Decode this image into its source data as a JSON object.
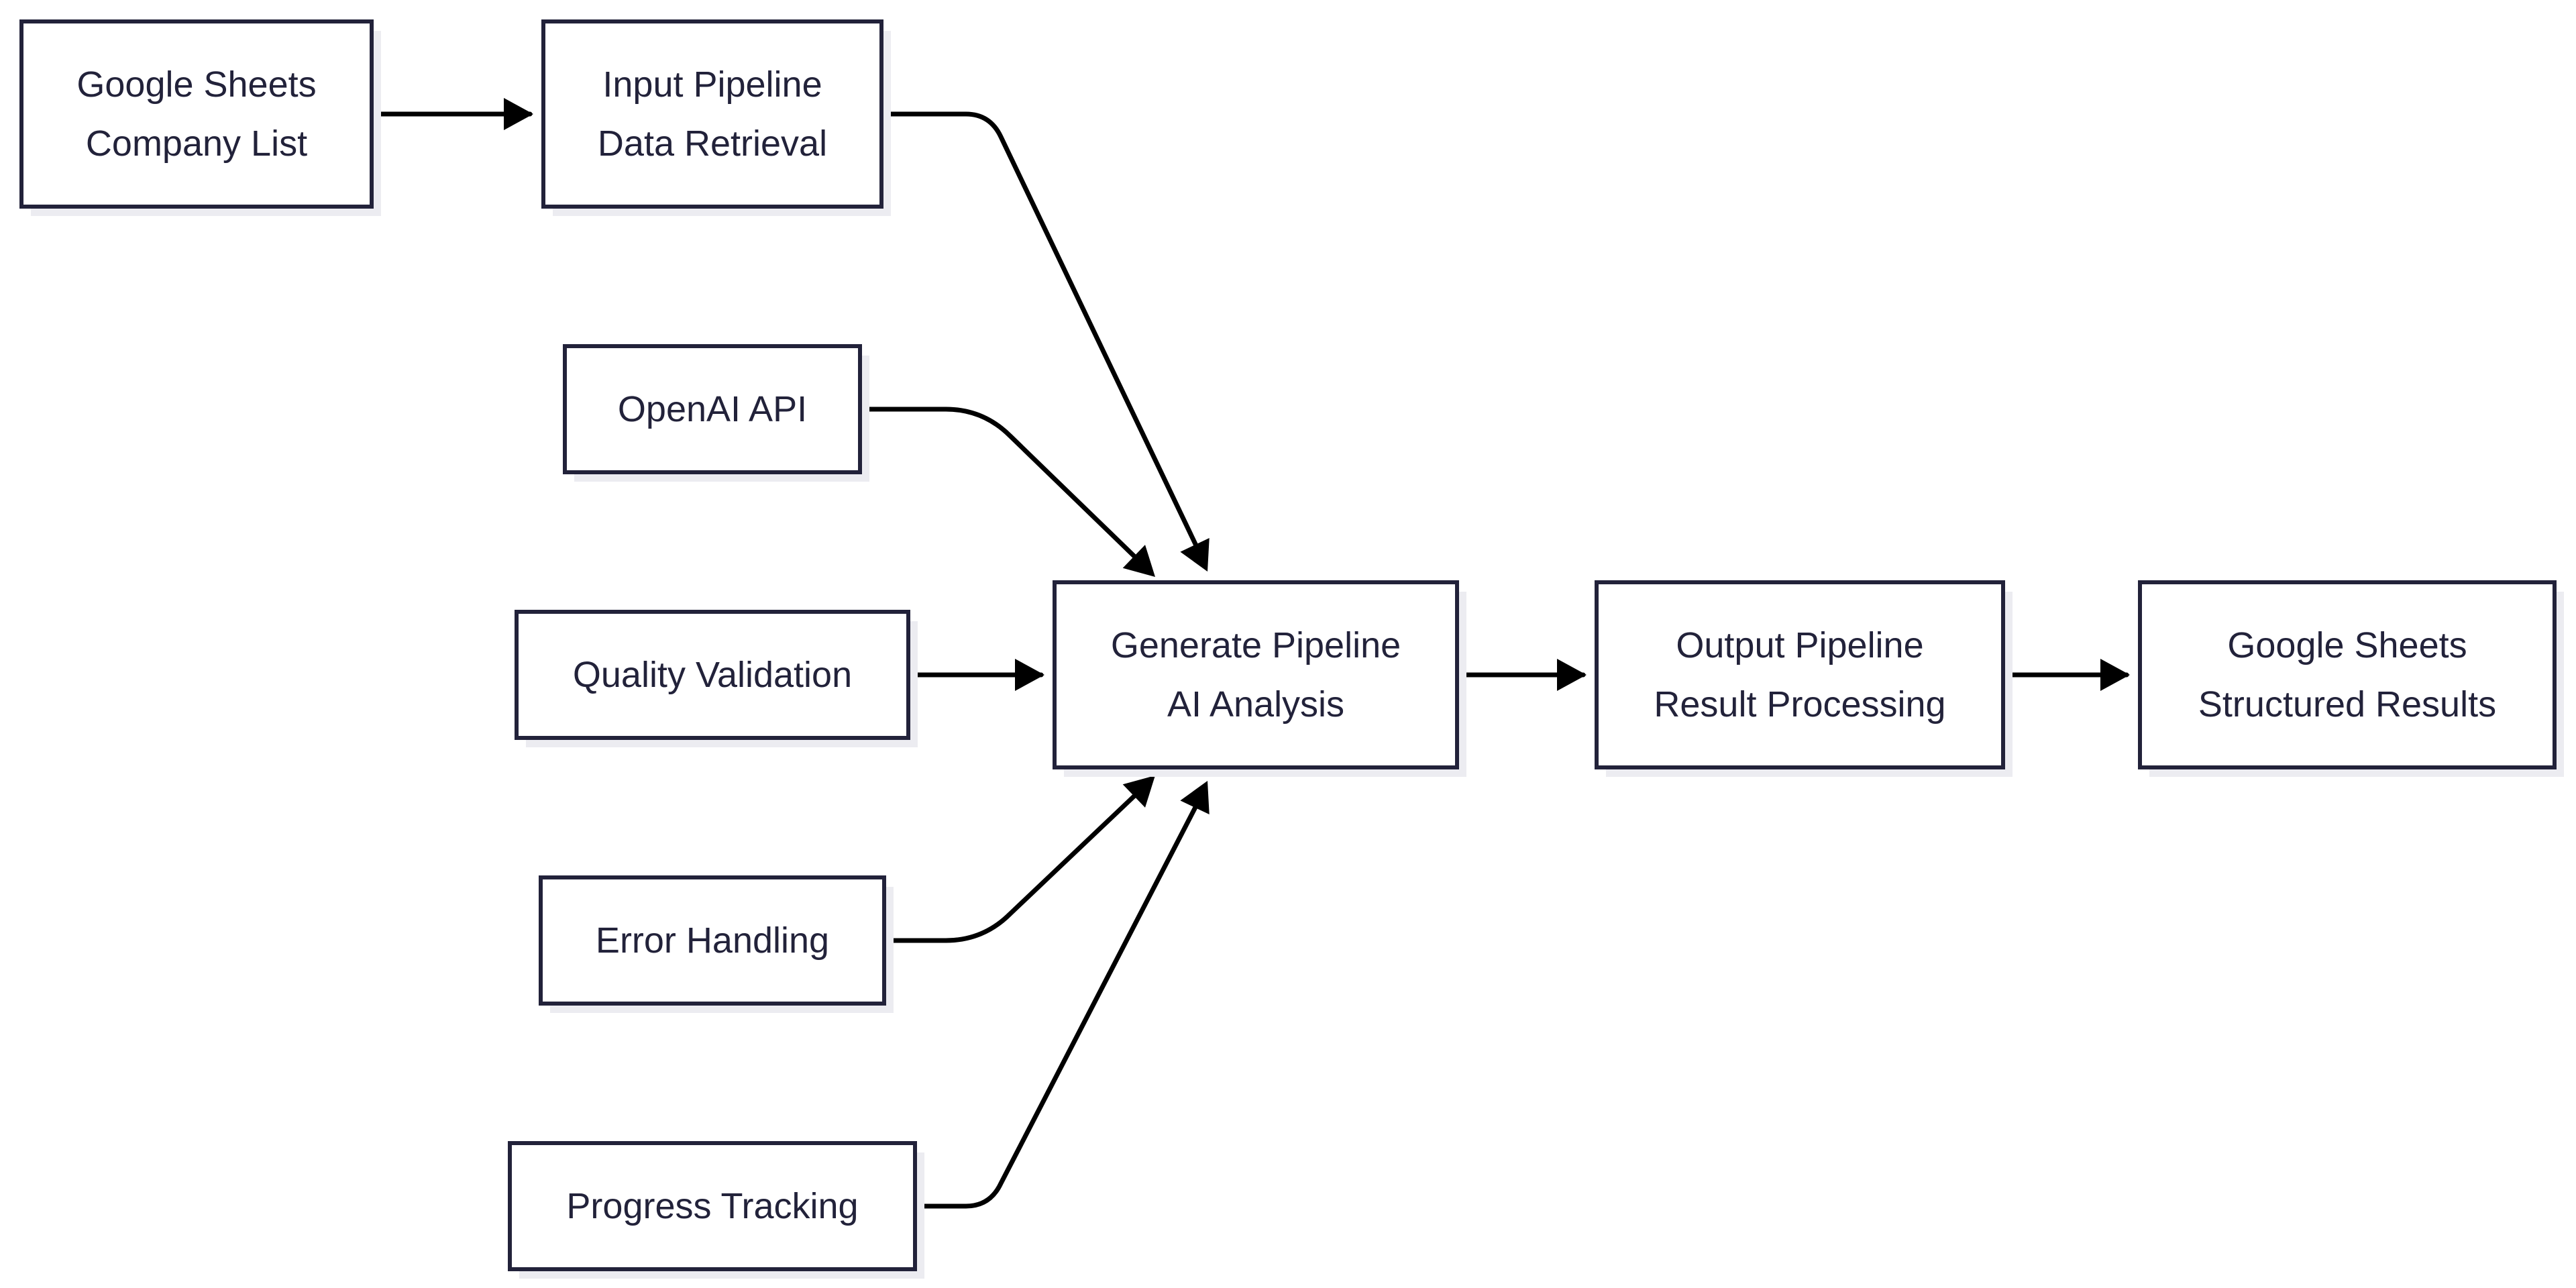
{
  "diagram": {
    "nodes": [
      {
        "id": "sheets_in",
        "lines": [
          "Google Sheets",
          "Company List"
        ]
      },
      {
        "id": "input_pipeline",
        "lines": [
          "Input Pipeline",
          "Data Retrieval"
        ]
      },
      {
        "id": "openai",
        "lines": [
          "OpenAI API"
        ]
      },
      {
        "id": "quality",
        "lines": [
          "Quality Validation"
        ]
      },
      {
        "id": "error",
        "lines": [
          "Error Handling"
        ]
      },
      {
        "id": "progress",
        "lines": [
          "Progress Tracking"
        ]
      },
      {
        "id": "generate",
        "lines": [
          "Generate Pipeline",
          "AI Analysis"
        ]
      },
      {
        "id": "output",
        "lines": [
          "Output Pipeline",
          "Result Processing"
        ]
      },
      {
        "id": "sheets_out",
        "lines": [
          "Google Sheets",
          "Structured Results"
        ]
      }
    ],
    "edges": [
      {
        "from": "sheets_in",
        "to": "input_pipeline"
      },
      {
        "from": "input_pipeline",
        "to": "generate"
      },
      {
        "from": "openai",
        "to": "generate"
      },
      {
        "from": "quality",
        "to": "generate"
      },
      {
        "from": "error",
        "to": "generate"
      },
      {
        "from": "progress",
        "to": "generate"
      },
      {
        "from": "generate",
        "to": "output"
      },
      {
        "from": "output",
        "to": "sheets_out"
      }
    ],
    "colors": {
      "node_border": "#22223a",
      "node_fill": "#ffffff",
      "node_shadow": "#ececf1",
      "edge": "#000000",
      "text": "#22223a"
    }
  }
}
